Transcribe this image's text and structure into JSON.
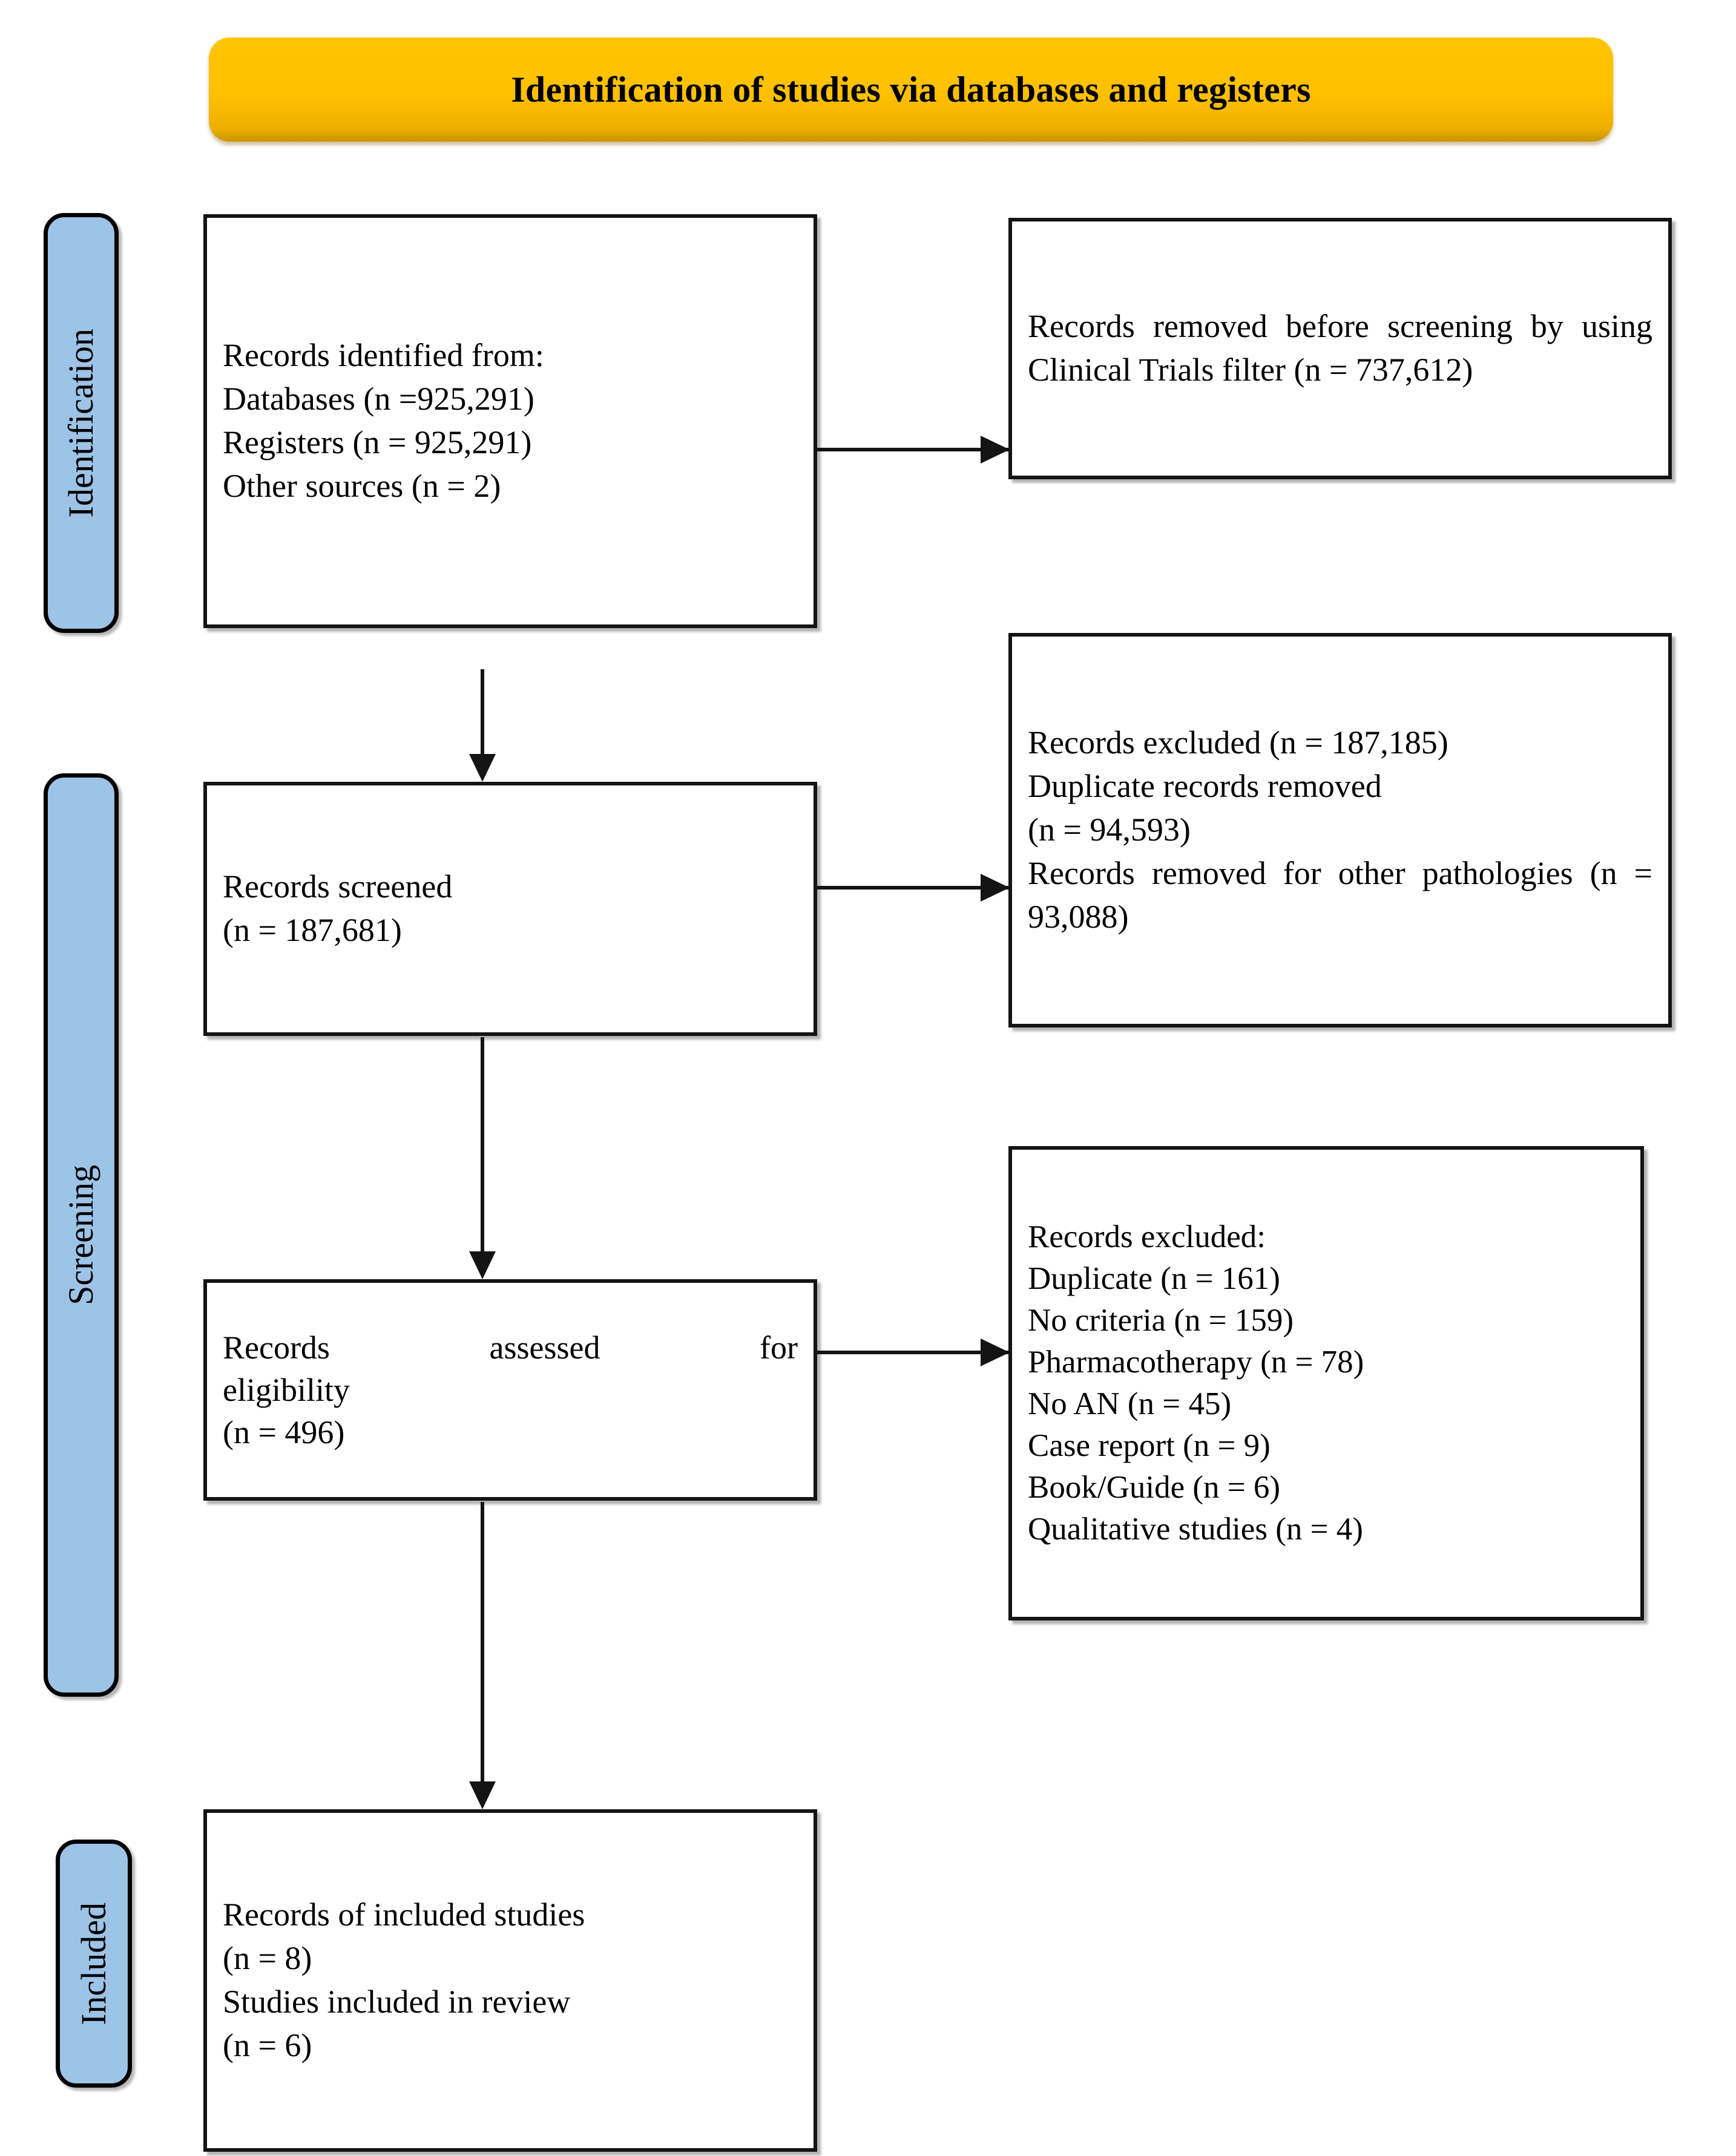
{
  "banner": {
    "title": "Identification of studies via databases and registers",
    "color": "#FFC000"
  },
  "rails": {
    "color": "#9DC3E6",
    "items": [
      {
        "label": "Identification"
      },
      {
        "label": "Screening"
      },
      {
        "label": "Included"
      }
    ]
  },
  "boxes": {
    "identified": {
      "lines": [
        "Records identified from:",
        "Databases (n =925,291)",
        "Registers (n = 925,291)",
        "Other sources (n = 2)"
      ]
    },
    "removed_before_screening": {
      "lines": [
        "Records removed before screening by using Clinical Trials filter (n = 737,612)"
      ]
    },
    "screened": {
      "lines": [
        "Records screened",
        "(n = 187,681)"
      ]
    },
    "excluded_screening": {
      "lines": [
        "Records excluded (n = 187,185)",
        "Duplicate records removed",
        "(n = 94,593)",
        "Records removed for other pathologies (n = 93,088)"
      ]
    },
    "eligibility": {
      "lines": [
        "Records assessed for",
        "eligibility",
        "(n = 496)"
      ]
    },
    "excluded_eligibility": {
      "lines": [
        "Records excluded:",
        "Duplicate (n = 161)",
        "No criteria (n = 159)",
        "Pharmacotherapy (n = 78)",
        "No AN (n = 45)",
        "Case report (n = 9)",
        "Book/Guide (n = 6)",
        "Qualitative studies (n = 4)"
      ]
    },
    "included": {
      "lines": [
        "Records of included studies",
        "(n = 8)",
        "Studies included in review",
        "(n = 6)"
      ]
    }
  }
}
